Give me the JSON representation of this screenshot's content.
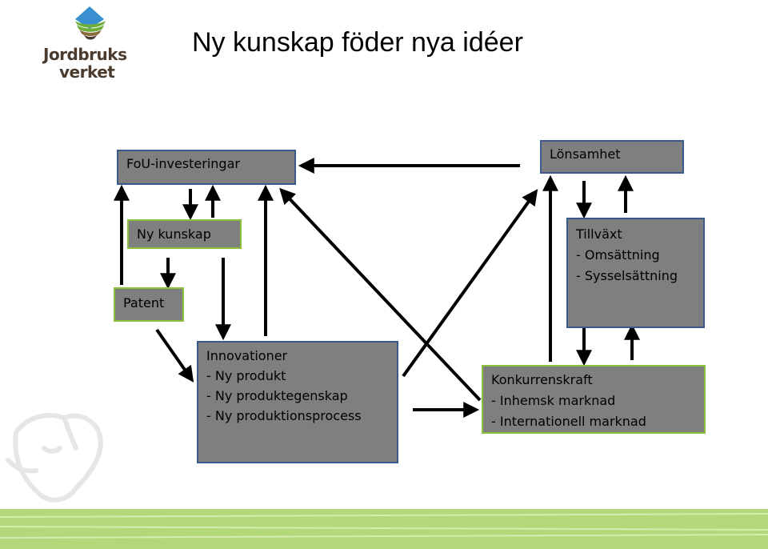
{
  "header": {
    "title": "Ny kunskap föder nya idéer",
    "logo_line1": "Jordbruks",
    "logo_line2": "verket"
  },
  "colors": {
    "box_fill": "#7f7f7f",
    "border_blue": "#3b5a8c",
    "border_green": "#8cbf3f",
    "band_green": "#b5d77c",
    "logo_blue": "#3a8fd0",
    "logo_green": "#6fae3a",
    "logo_brown": "#4a3b2e"
  },
  "nodes": {
    "fou": {
      "lines": [
        "FoU-investeringar"
      ]
    },
    "lonsamhet": {
      "lines": [
        "Lönsamhet"
      ]
    },
    "nykunskap": {
      "lines": [
        "Ny kunskap"
      ]
    },
    "patent": {
      "lines": [
        "Patent"
      ]
    },
    "tillvaxt": {
      "lines": [
        "Tillväxt",
        "- Omsättning",
        "-  Sysselsättning"
      ]
    },
    "innovationer": {
      "lines": [
        "Innovationer",
        "- Ny produkt",
        "- Ny produktegenskap",
        "- Ny produktionsprocess"
      ]
    },
    "konkurrens": {
      "lines": [
        "Konkurrenskraft",
        " - Inhemsk marknad",
        "-  Internationell marknad"
      ]
    }
  }
}
